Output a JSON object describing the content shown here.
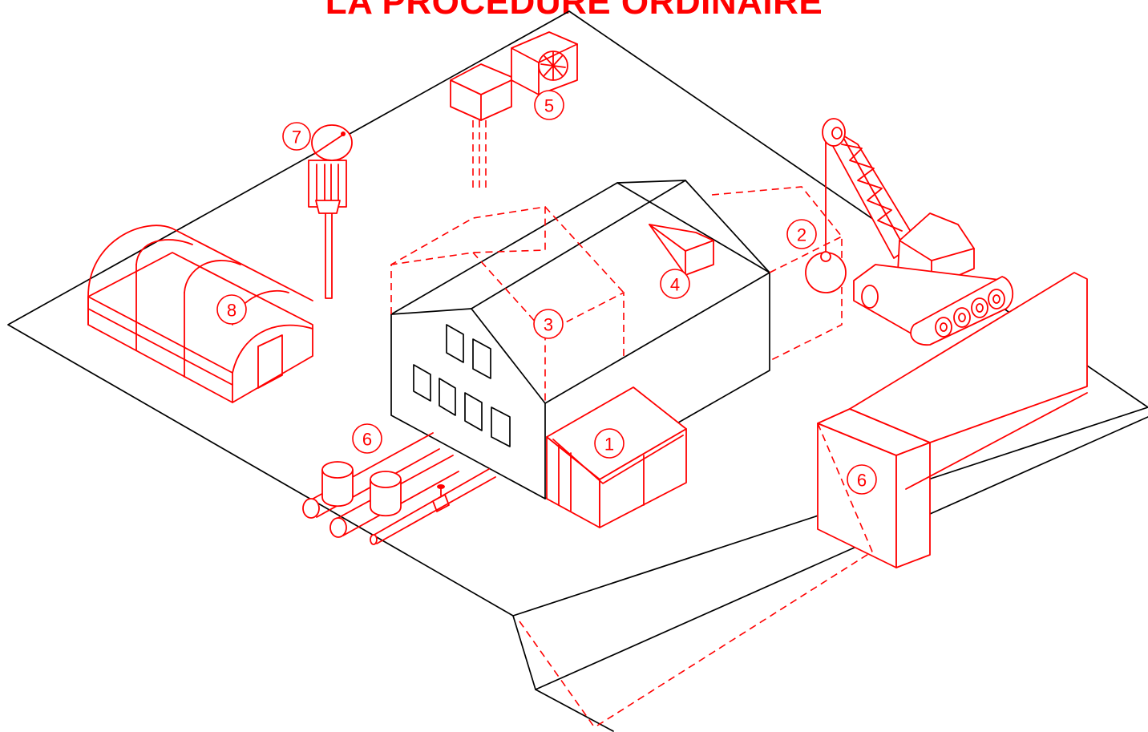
{
  "title": "LA PROCÉDURE ORDINAIRE",
  "accent_color": "#ff0000",
  "line_color": "#000000",
  "markers": [
    {
      "id": "m1",
      "label": "1"
    },
    {
      "id": "m2",
      "label": "2"
    },
    {
      "id": "m3",
      "label": "3"
    },
    {
      "id": "m4",
      "label": "4"
    },
    {
      "id": "m5",
      "label": "5"
    },
    {
      "id": "m6a",
      "label": "6"
    },
    {
      "id": "m6b",
      "label": "6"
    },
    {
      "id": "m7",
      "label": "7"
    },
    {
      "id": "m8",
      "label": "8"
    }
  ]
}
